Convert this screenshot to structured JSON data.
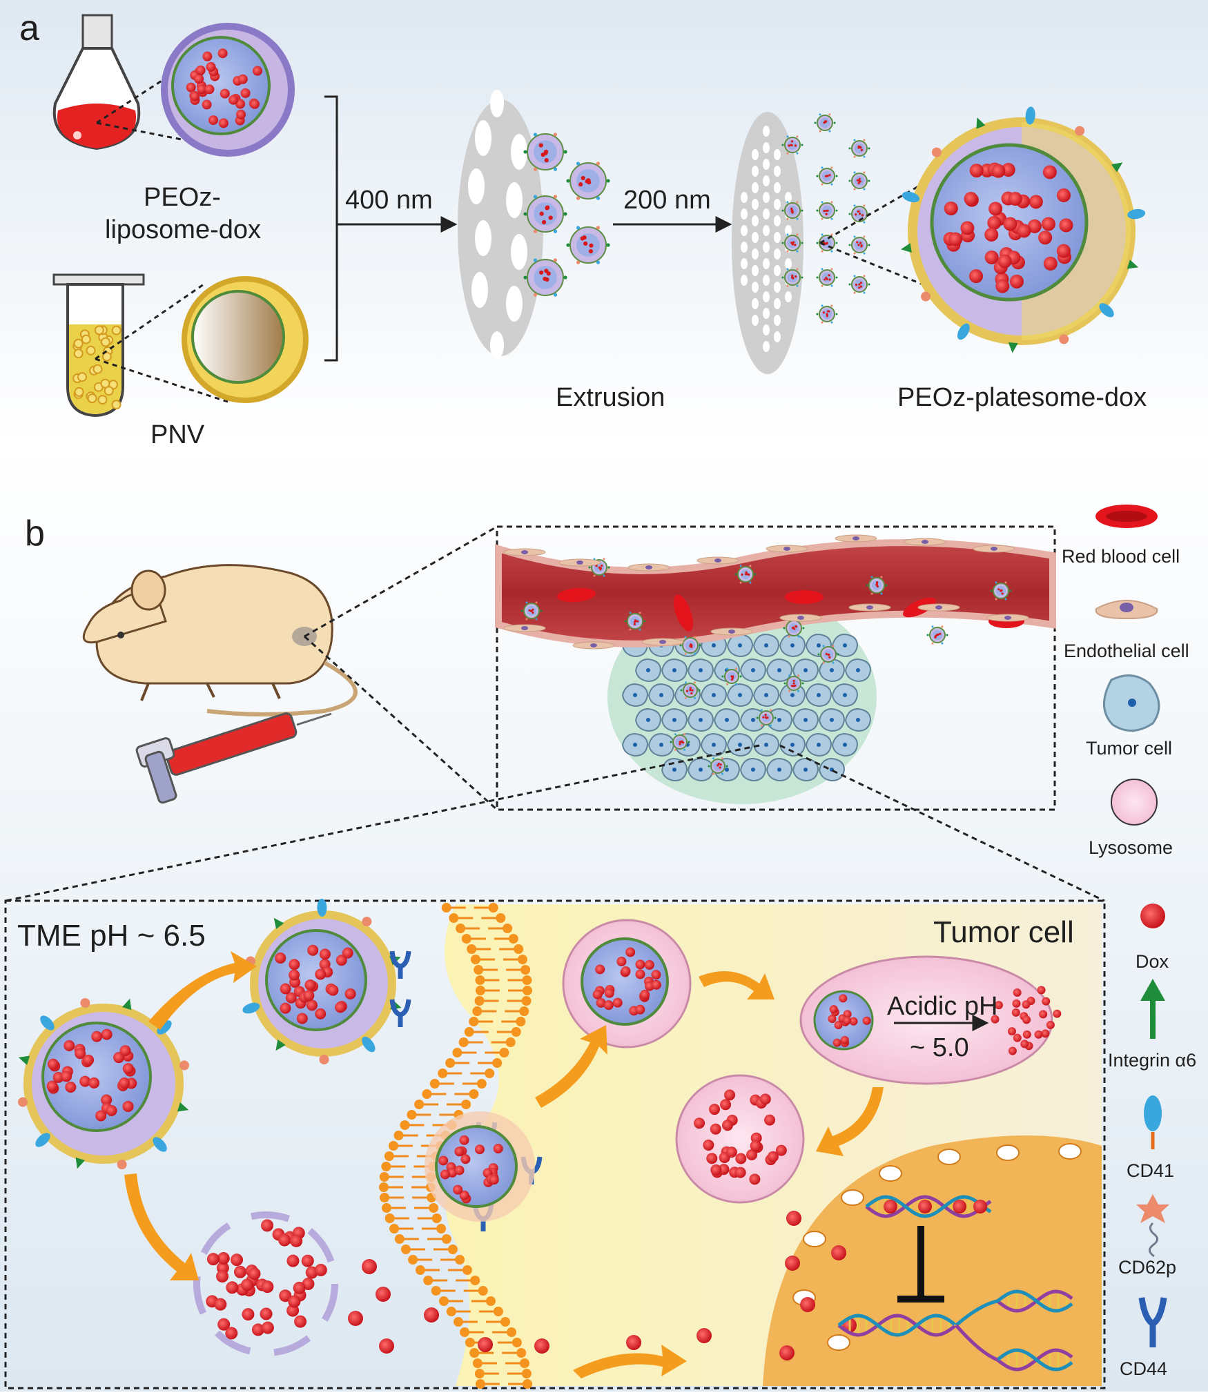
{
  "panel_a": {
    "letter": "a",
    "peoz_liposome_line1": "PEOz-",
    "peoz_liposome_line2": "liposome-dox",
    "pnv": "PNV",
    "step1": "400 nm",
    "step2": "200 nm",
    "extrusion": "Extrusion",
    "product": "PEOz-platesome-dox"
  },
  "panel_b": {
    "letter": "b",
    "tme_ph": "TME pH ~ 6.5",
    "tumor_cell": "Tumor cell",
    "acidic_line1": "Acidic pH",
    "acidic_line2": "~ 5.0"
  },
  "legend": {
    "red_blood_cell": "Red blood cell",
    "endothelial_cell": "Endothelial cell",
    "tumor_cell": "Tumor cell",
    "lysosome": "Lysosome",
    "dox": "Dox",
    "integrin": "Integrin α6",
    "cd41": "CD41",
    "cd62p": "CD62p",
    "cd44": "CD44"
  },
  "colors": {
    "dox_red": "#d7191c",
    "lipid_blue": "#7b8fd6",
    "lipid_yellow": "#e7c84a",
    "vessel_red": "#b8393c",
    "tumor_blue": "#a9c9dd",
    "nucleus_orange": "#f0b24c",
    "arrow_orange": "#f39c1e",
    "integrin_green": "#1e8c3a",
    "cd41_blue": "#39a7dd",
    "cd44_blue": "#2a5fb4"
  }
}
